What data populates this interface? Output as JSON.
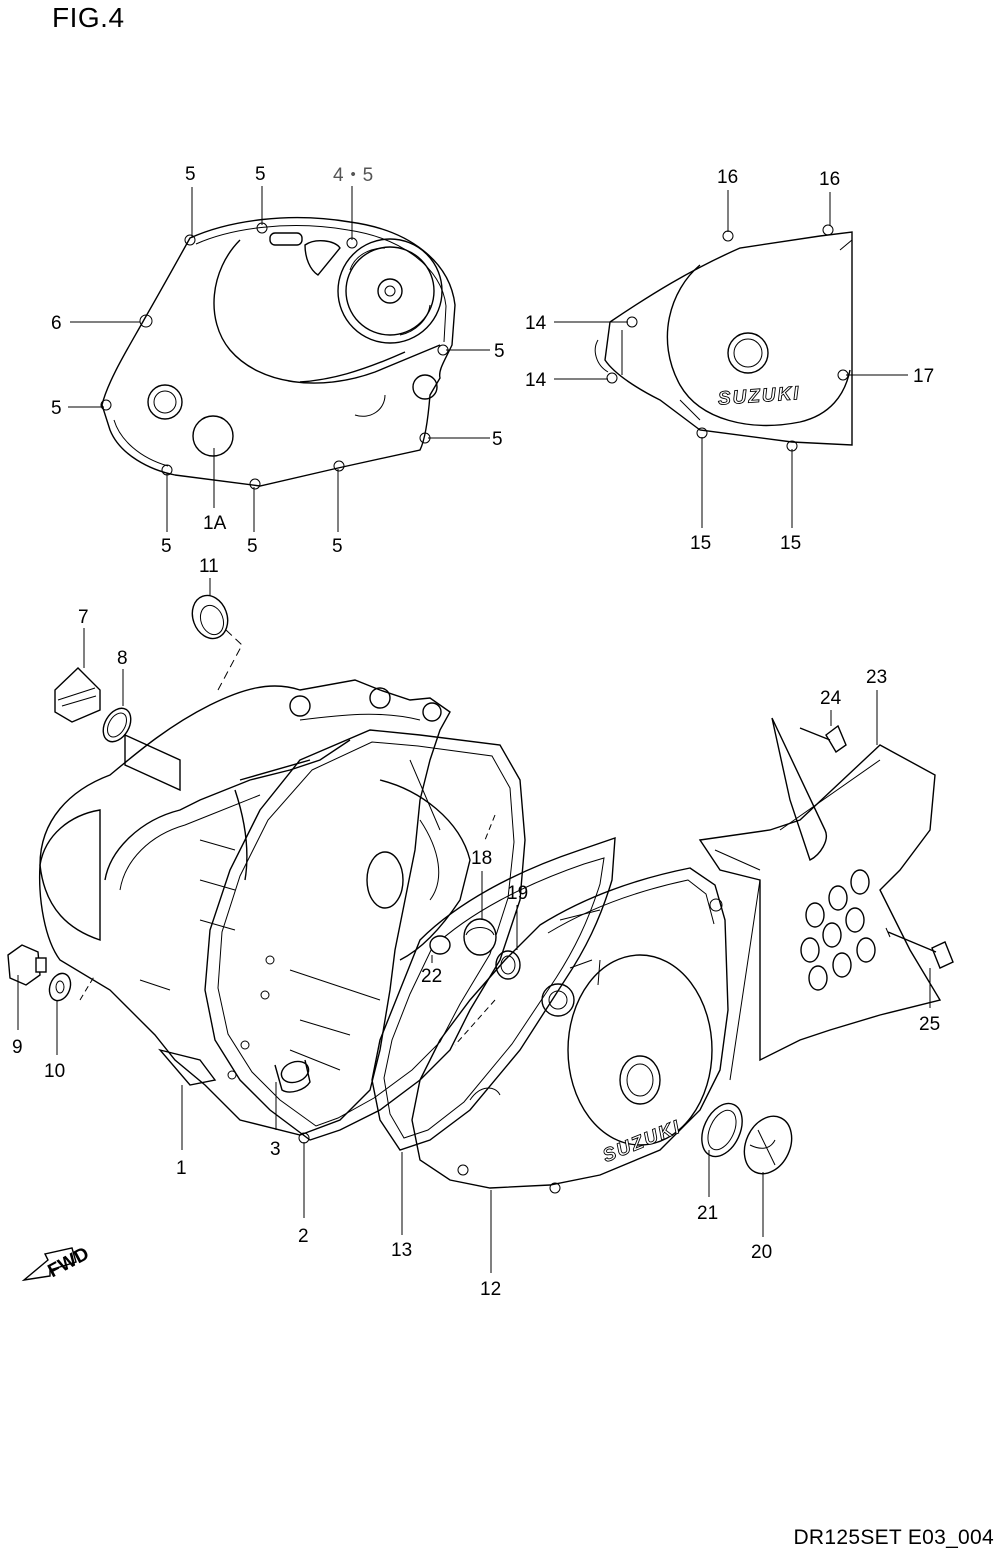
{
  "figure": {
    "title": "FIG.4",
    "code": "DR125SET E03_004",
    "fwd_label": "FWD"
  },
  "covers": {
    "brand_top": "SUZUKI",
    "brand_bottom": "SUZUKI"
  },
  "callouts": [
    {
      "id": "c-5a",
      "text": "5"
    },
    {
      "id": "c-5b",
      "text": "5"
    },
    {
      "id": "c-45",
      "text": "4・5"
    },
    {
      "id": "c-6",
      "text": "6"
    },
    {
      "id": "c-5c",
      "text": "5"
    },
    {
      "id": "c-5d",
      "text": "5"
    },
    {
      "id": "c-5e",
      "text": "5"
    },
    {
      "id": "c-1A",
      "text": "1A"
    },
    {
      "id": "c-5f",
      "text": "5"
    },
    {
      "id": "c-5g",
      "text": "5"
    },
    {
      "id": "c-5h",
      "text": "5"
    },
    {
      "id": "c-16a",
      "text": "16"
    },
    {
      "id": "c-16b",
      "text": "16"
    },
    {
      "id": "c-14a",
      "text": "14"
    },
    {
      "id": "c-14b",
      "text": "14"
    },
    {
      "id": "c-17",
      "text": "17"
    },
    {
      "id": "c-15a",
      "text": "15"
    },
    {
      "id": "c-15b",
      "text": "15"
    },
    {
      "id": "c-11",
      "text": "11"
    },
    {
      "id": "c-7",
      "text": "7"
    },
    {
      "id": "c-8",
      "text": "8"
    },
    {
      "id": "c-9",
      "text": "9"
    },
    {
      "id": "c-10",
      "text": "10"
    },
    {
      "id": "c-1",
      "text": "1"
    },
    {
      "id": "c-3",
      "text": "3"
    },
    {
      "id": "c-2",
      "text": "2"
    },
    {
      "id": "c-18",
      "text": "18"
    },
    {
      "id": "c-19",
      "text": "19"
    },
    {
      "id": "c-22",
      "text": "22"
    },
    {
      "id": "c-13",
      "text": "13"
    },
    {
      "id": "c-12",
      "text": "12"
    },
    {
      "id": "c-24",
      "text": "24"
    },
    {
      "id": "c-23",
      "text": "23"
    },
    {
      "id": "c-25",
      "text": "25"
    },
    {
      "id": "c-21",
      "text": "21"
    },
    {
      "id": "c-20",
      "text": "20"
    }
  ]
}
